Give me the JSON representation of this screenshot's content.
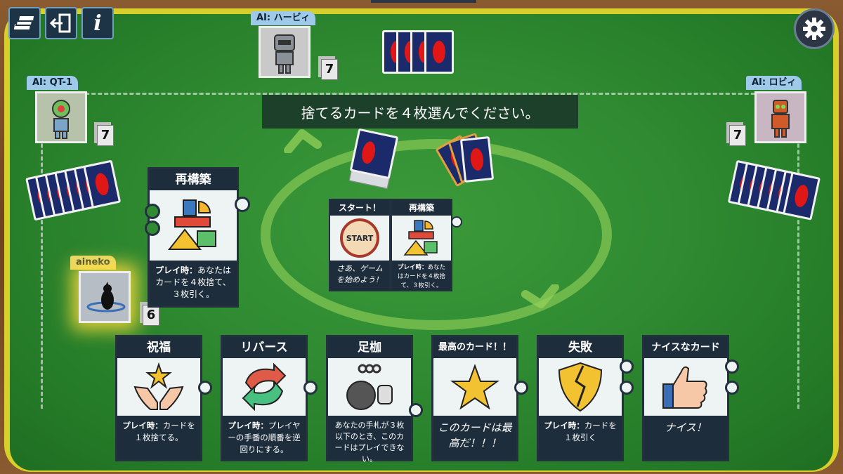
{
  "toolbar": {
    "deck_icon": "card-deck-icon",
    "exit_icon": "exit-door-icon",
    "info_label": "i",
    "settings_icon": "gear-icon"
  },
  "message": "捨てるカードを４枚選んでください。",
  "players": {
    "top": {
      "name": "AI: ハービィ",
      "count": "7"
    },
    "left": {
      "name": "AI: QT-1",
      "count": "7"
    },
    "right": {
      "name": "AI: ロビィ",
      "count": "7"
    },
    "me": {
      "name": "aineko",
      "count": "6"
    }
  },
  "selected_card": {
    "title": "再構築",
    "desc_bold": "プレイ時：",
    "desc": "あなたはカードを４枚捨て、３枚引く。"
  },
  "center_cards": [
    {
      "title": "スタート！",
      "icon_text": "START",
      "desc": "さあ、ゲームを始めよう！"
    },
    {
      "title": "再構築",
      "desc_bold": "プレイ時：",
      "desc": "あなたはカードを４枚捨て、３枚引く。"
    }
  ],
  "hand": [
    {
      "title": "祝福",
      "desc_bold": "プレイ時：",
      "desc": "カードを１枚捨てる。"
    },
    {
      "title": "リバース",
      "desc_bold": "プレイ時：",
      "desc": "プレイヤーの手番の順番を逆回りにする。"
    },
    {
      "title": "足枷",
      "desc": "あなたの手札が３枚以下のとき、このカードはプレイできない。"
    },
    {
      "title": "最高のカード！！",
      "desc": "このカードは最高だ！！！"
    },
    {
      "title": "失敗",
      "desc_bold": "プレイ時：",
      "desc": "カードを１枚引く"
    },
    {
      "title": "ナイスなカード",
      "desc": "ナイス！"
    }
  ],
  "colors": {
    "felt": "#2f8a31",
    "card_back": "#1b2a6b",
    "card_back_emblem": "#e01717",
    "rail": "#d8cf2a",
    "card_header": "#1d2d3c"
  }
}
